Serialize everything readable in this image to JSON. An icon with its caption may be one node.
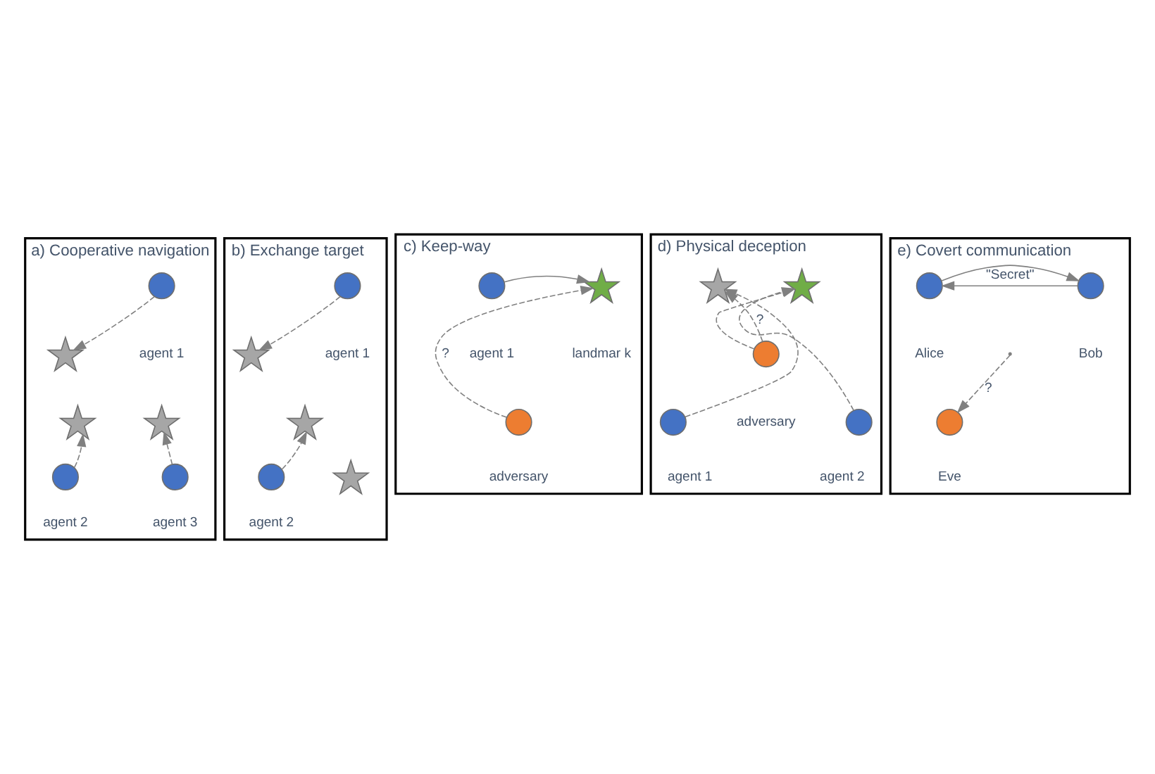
{
  "diagram": {
    "nodes": [
      {
        "text": [
          "a) Cooperative navigation"
        ]
      },
      {
        "text": [],
        "shape": "circle",
        "beside": [
          "agent 1"
        ],
        "in": 0
      },
      {
        "text": [],
        "shape": "star",
        "in": 0
      },
      {
        "text": [],
        "shape": "star",
        "in": 0
      },
      {
        "text": [],
        "shape": "star",
        "in": 0
      },
      {
        "text": [],
        "shape": "circle",
        "beside": [
          "agent 2"
        ],
        "in": 0
      },
      {
        "text": [],
        "shape": "circle",
        "beside": [
          "agent 3"
        ],
        "in": 0
      },
      {
        "text": [
          "b) Exchange target"
        ]
      },
      {
        "text": [],
        "shape": "star",
        "in": 7
      },
      {
        "text": [],
        "shape": "circle",
        "beside": [
          "agent 1"
        ],
        "in": 7
      },
      {
        "text": [],
        "shape": "star",
        "in": 7
      },
      {
        "text": [],
        "shape": "circle",
        "beside": [
          "agent 2"
        ],
        "in": 7
      },
      {
        "text": [],
        "shape": "star",
        "in": 7
      },
      {
        "text": [
          "c) Keep-way"
        ]
      },
      {
        "text": [],
        "shape": "circle",
        "beside": [
          "agent 1"
        ],
        "in": 13
      },
      {
        "text": [],
        "shape": "star",
        "beside": [
          "landmar k"
        ],
        "in": 13
      },
      {
        "text": [],
        "shape": "circle",
        "beside": [
          "adversary"
        ],
        "in": 13
      },
      {
        "text": [
          "d) Physical deception"
        ]
      },
      {
        "text": [],
        "shape": "star",
        "in": 17
      },
      {
        "text": [],
        "shape": "star",
        "in": 17
      },
      {
        "text": [],
        "shape": "circle",
        "beside": [
          "adversary"
        ],
        "in": 17
      },
      {
        "text": [],
        "shape": "circle",
        "beside": [
          "agent 1"
        ],
        "in": 17
      },
      {
        "text": [],
        "shape": "circle",
        "beside": [
          "agent 2"
        ],
        "in": 17
      },
      {
        "text": [
          "e) Covert communication"
        ]
      },
      {
        "text": [],
        "shape": "circle",
        "beside": [
          "Alice"
        ],
        "in": 23
      },
      {
        "text": [],
        "shape": "circle",
        "beside": [
          "Bob"
        ],
        "in": 23
      },
      {
        "text": [],
        "shape": "circle",
        "beside": [
          "Eve"
        ],
        "in": 23
      }
    ],
    "edges": [
      {
        "from": 1,
        "to": 2,
        "arrow": "to",
        "style": "dashed"
      },
      {
        "from": 5,
        "to": 3,
        "arrow": "to",
        "style": "dashed"
      },
      {
        "from": 6,
        "to": 4,
        "arrow": "to",
        "style": "dashed"
      },
      {
        "from": 9,
        "to": 8,
        "arrow": "to",
        "style": "dashed"
      },
      {
        "from": 11,
        "to": 10,
        "arrow": "to",
        "style": "dashed"
      },
      {
        "from": 14,
        "to": 15,
        "arrow": "to"
      },
      {
        "from": 16,
        "to": 15,
        "arrow": "to",
        "style": "dashed",
        "label": "?"
      },
      {
        "from": 21,
        "to": 18,
        "arrow": "to",
        "style": "dashed"
      },
      {
        "from": 20,
        "to": 18,
        "arrow": "to",
        "style": "dashed",
        "label": "?"
      },
      {
        "from": 20,
        "to": 19,
        "arrow": "to",
        "style": "dashed"
      },
      {
        "from": 22,
        "to": 19,
        "arrow": "to",
        "style": "dashed"
      },
      {
        "from": 25,
        "to": 24,
        "arrow": "to",
        "label": "\"Secret\""
      },
      {
        "from": 24,
        "to": 25,
        "arrow": "to"
      },
      {
        "from": null,
        "to": 26,
        "arrow": "to",
        "style": "dashed",
        "label": "?"
      }
    ]
  }
}
